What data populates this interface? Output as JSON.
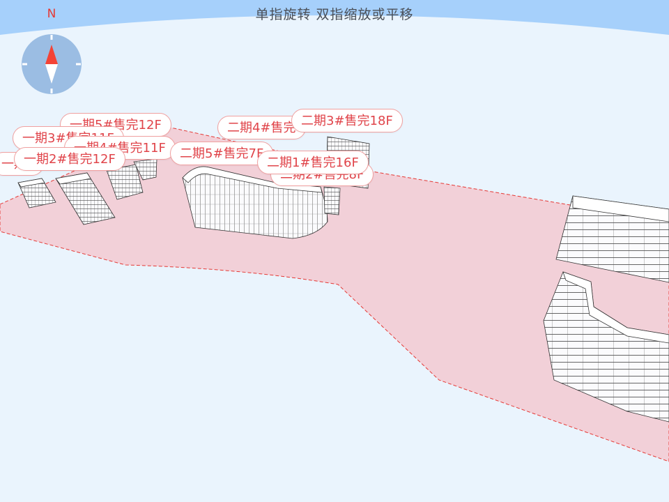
{
  "hint": "单指旋转 双指缩放或平移",
  "compass": {
    "north_label": "N",
    "icon": "compass-icon"
  },
  "labels": [
    "一期1",
    "一期3#售完11F",
    "一期5#售完12F",
    "一期4#售完11F",
    "一期2#售完12F",
    "二期5#售完7F",
    "二期4#售完",
    "二期3#售完18F",
    "二期2#售完8F",
    "二期1#售完16F"
  ],
  "colors": {
    "sky": "#a6d0fb",
    "ground": "#eaf4fd",
    "plot_fill": "#f2d0d8",
    "plot_border": "#e53935",
    "label_text": "#e0444a",
    "compass_bg": "#9bbde3",
    "compass_north": "#f44336"
  }
}
